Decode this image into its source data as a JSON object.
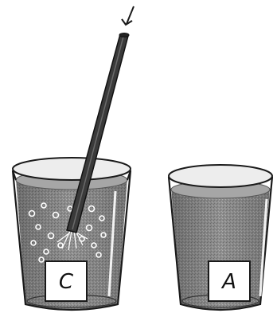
{
  "labels": {
    "glass_left": "C",
    "glass_right": "A"
  },
  "arrow": {
    "direction": "down"
  },
  "bubbles": {
    "present_in": "glass_left"
  },
  "colors": {
    "liquid": "#8e8e8e",
    "liquid_dark": "#6f6f6f",
    "glass_outline": "#1a1a1a",
    "straw": "#3a3a3a",
    "background": "#ffffff"
  }
}
